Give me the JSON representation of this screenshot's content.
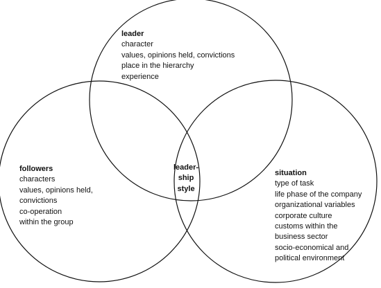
{
  "diagram": {
    "stroke_color": "#111111",
    "leader": {
      "title": "leader",
      "lines": [
        "character",
        "values, opinions held, convictions",
        "place in the hierarchy",
        "experience"
      ]
    },
    "followers": {
      "title": "followers",
      "lines": [
        "characters",
        "values, opinions held,",
        "convictions",
        "co-operation",
        "within the group"
      ]
    },
    "situation": {
      "title": "situation",
      "lines": [
        "type of task",
        "life phase of the company",
        "organizational variables",
        "corporate culture",
        "customs within the",
        "business sector",
        "socio-economical and",
        "political environment"
      ]
    },
    "center": {
      "lines": [
        "leader-",
        "ship",
        "style"
      ]
    }
  }
}
